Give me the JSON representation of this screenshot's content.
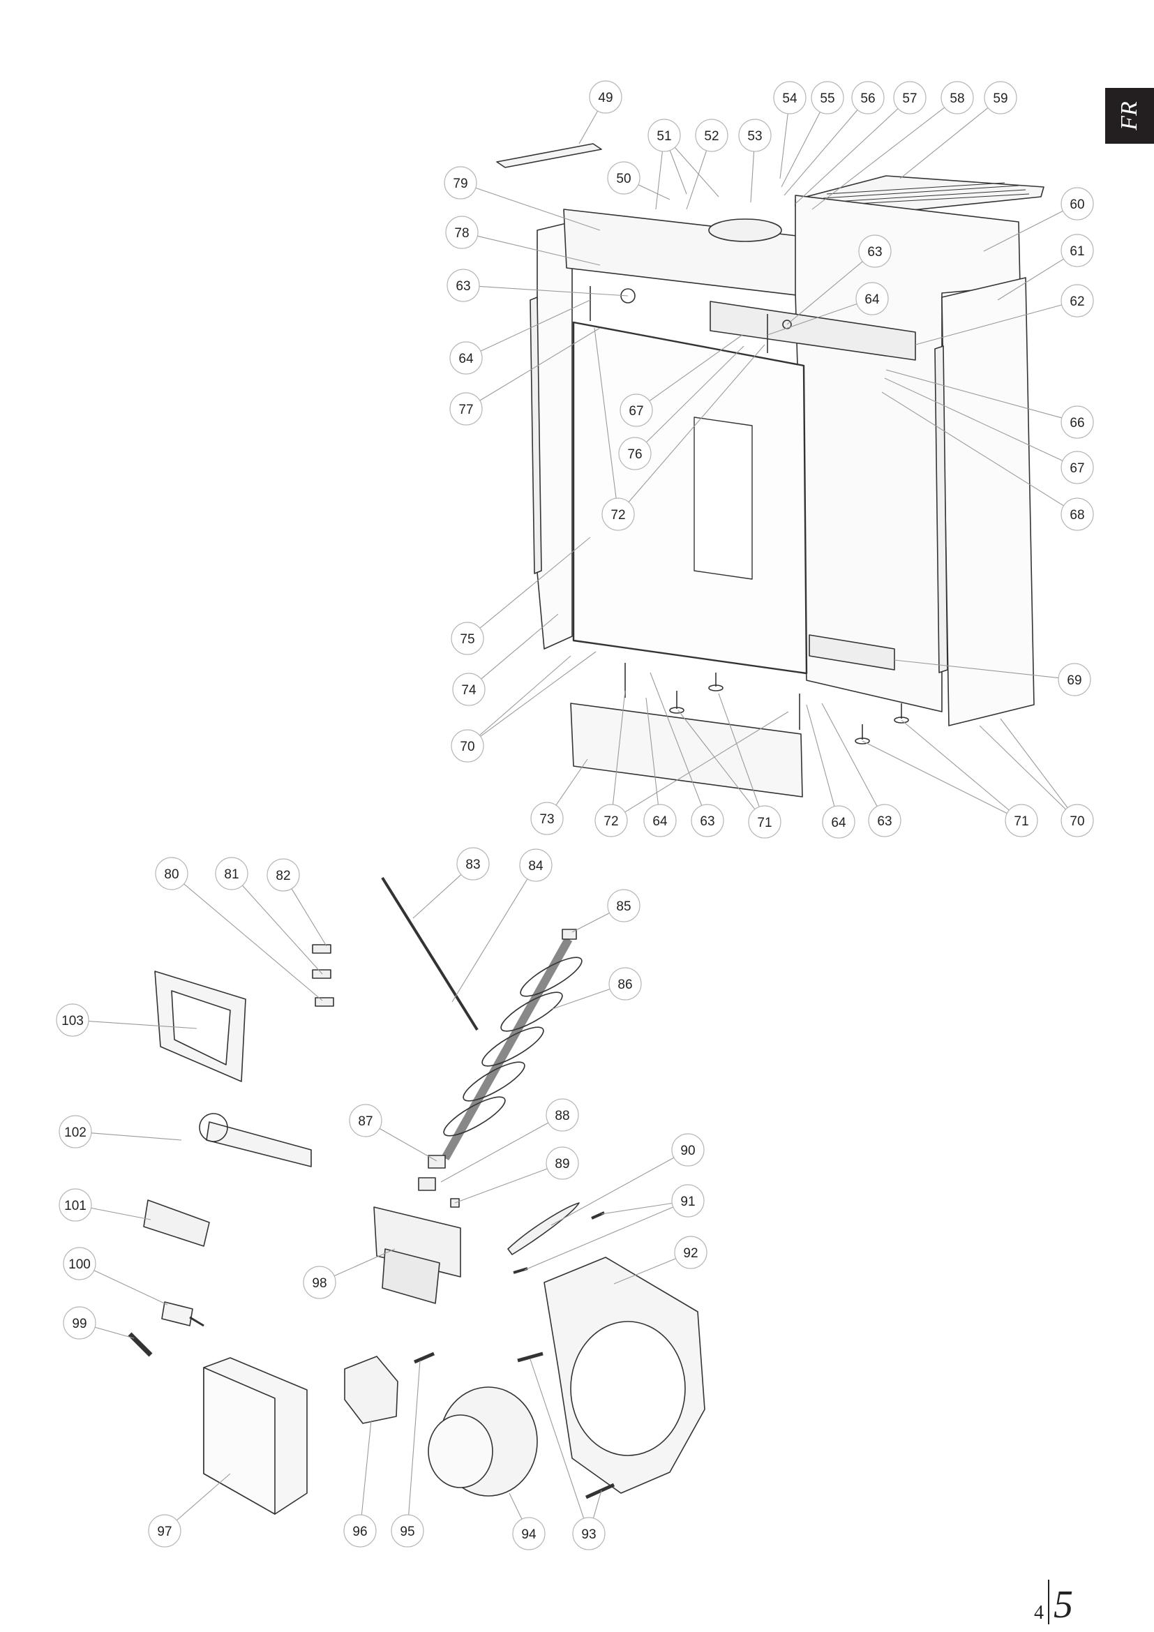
{
  "language_tab": "FR",
  "page_number": {
    "left": "4",
    "right": "5"
  },
  "callouts": [
    "49",
    "50",
    "51",
    "52",
    "53",
    "54",
    "55",
    "56",
    "57",
    "58",
    "59",
    "60",
    "61",
    "62",
    "63",
    "64",
    "66",
    "67",
    "68",
    "69",
    "70",
    "71",
    "72",
    "73",
    "74",
    "75",
    "76",
    "77",
    "78",
    "79",
    "80",
    "81",
    "82",
    "83",
    "84",
    "85",
    "86",
    "87",
    "88",
    "89",
    "90",
    "91",
    "92",
    "93",
    "94",
    "95",
    "96",
    "97",
    "98",
    "99",
    "100",
    "101",
    "102",
    "103"
  ]
}
